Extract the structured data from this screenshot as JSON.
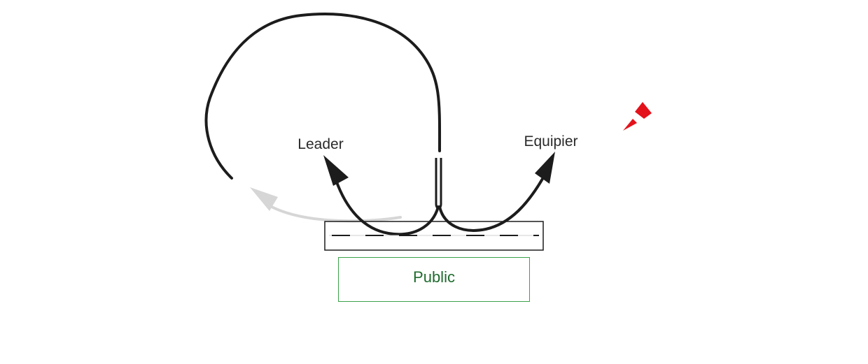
{
  "labels": {
    "leader": "Leader",
    "equipier": "Equipier",
    "public": "Public"
  },
  "colors": {
    "path": "#1c1c1c",
    "ghost_path": "#d6d6d6",
    "public": "#1f6b2e",
    "public_border": "#3aa34a",
    "marker": "#e3121b",
    "belt": "#1c1c1c"
  },
  "icons": {
    "marker": "red-marker-icon"
  }
}
